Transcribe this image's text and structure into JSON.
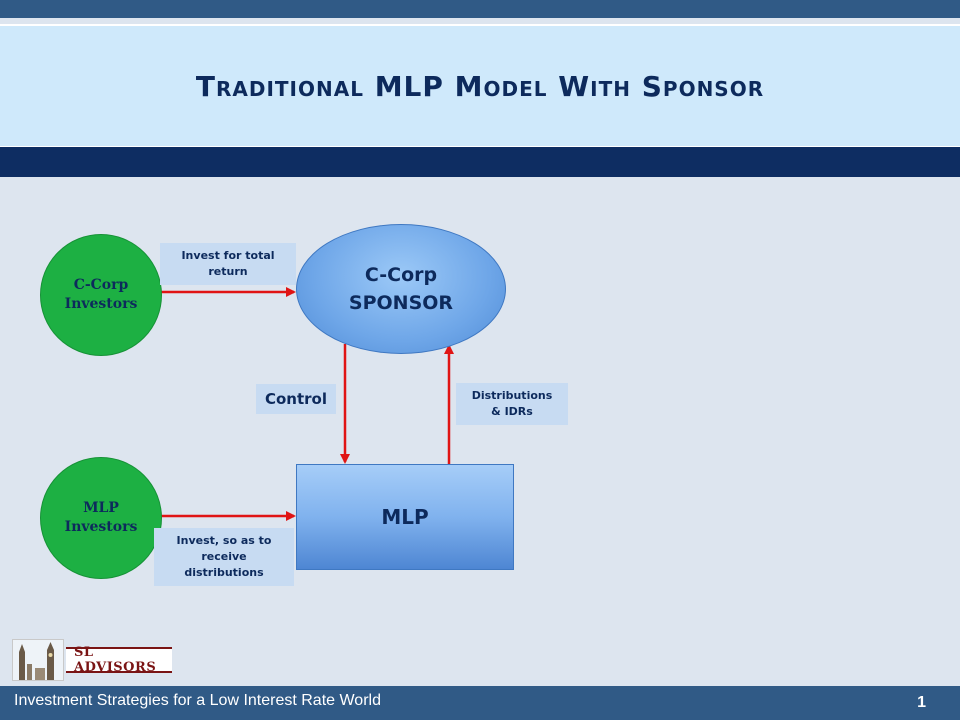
{
  "slide": {
    "title": "Traditional MLP Model With Sponsor",
    "footer_text": "Investment Strategies for a Low Interest Rate World",
    "page_number": "1"
  },
  "diagram": {
    "nodes": {
      "ccorp_investors": {
        "line1": "C-Corp",
        "line2": "Investors"
      },
      "mlp_investors": {
        "line1": "MLP",
        "line2": "Investors"
      },
      "sponsor": {
        "line1": "C-Corp",
        "line2": "SPONSOR"
      },
      "mlp": {
        "label": "MLP"
      }
    },
    "edge_labels": {
      "invest_total_return": "Invest for total return",
      "control": "Control",
      "distributions_idrs": "Distributions & IDRs",
      "invest_receive_distributions": "Invest, so as to receive distributions"
    }
  },
  "logo": {
    "text": "SL ADVISORS"
  },
  "colors": {
    "navy": "#0e2d62",
    "steel_blue": "#305a86",
    "investor_green": "#1db043",
    "arrow_red": "#e01414",
    "label_fill": "#c7dbf2"
  }
}
